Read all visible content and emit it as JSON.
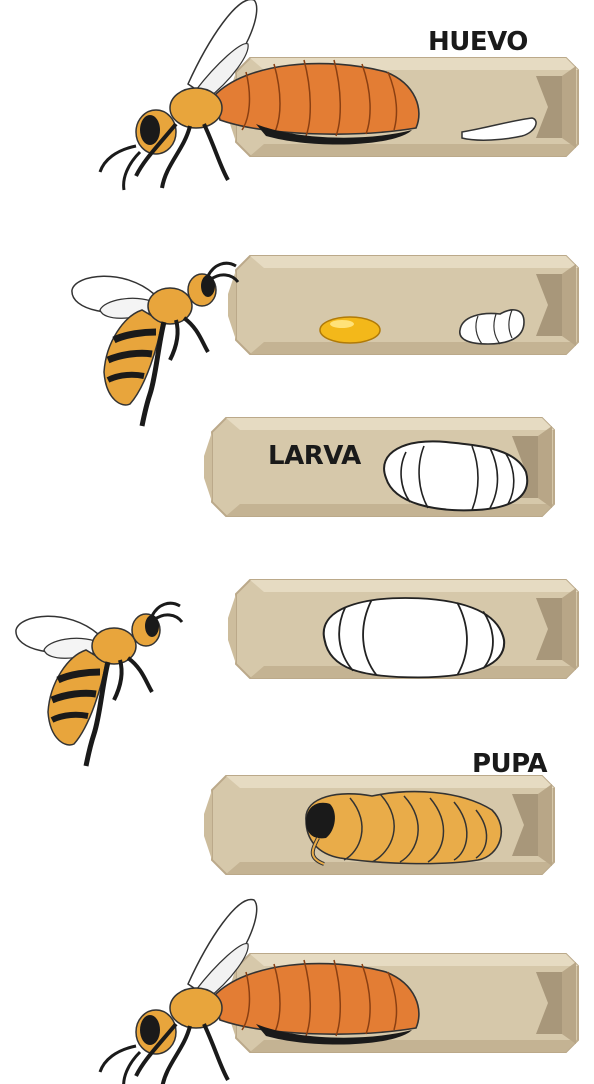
{
  "labels": {
    "egg": "HUEVO",
    "larva": "LARVA",
    "pupa": "PUPA"
  },
  "colors": {
    "cell_fill": "#d6c8aa",
    "cell_dark": "#bba98a",
    "cell_shadow": "#a8977a",
    "bee_orange": "#e8a53c",
    "bee_abdomen": "#e37d34",
    "bee_stripe": "#1a1a1a",
    "nectar": "#f3b81a",
    "brood_white": "#ffffff",
    "pupa_color": "#e9ac49"
  }
}
